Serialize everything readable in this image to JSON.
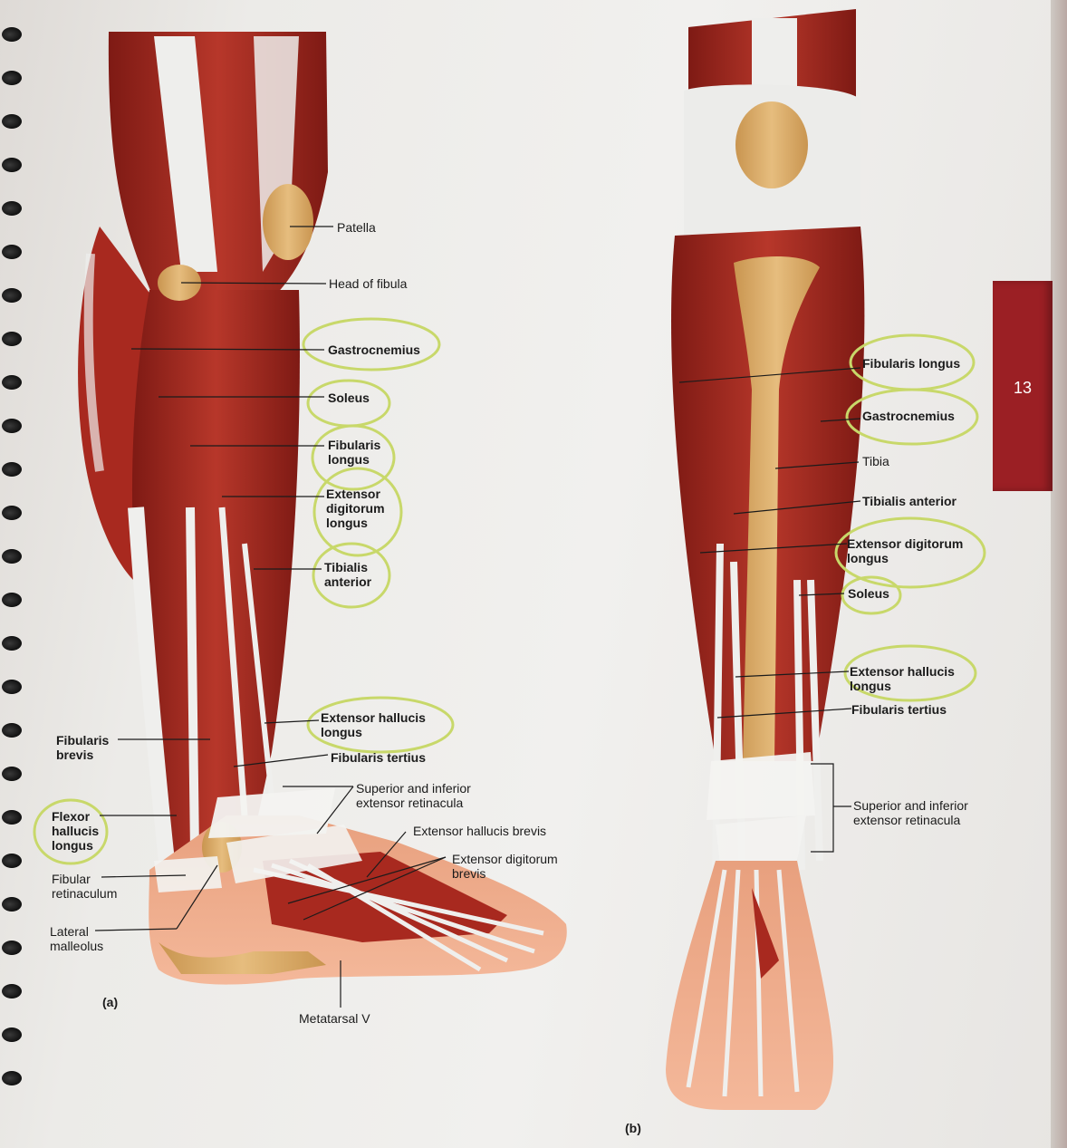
{
  "chapter_tab": "13",
  "figure_a": {
    "panel_label": "(a)",
    "labels": {
      "patella": "Patella",
      "head_of_fibula": "Head of fibula",
      "gastrocnemius": "Gastrocnemius",
      "soleus": "Soleus",
      "fibularis_longus": "Fibularis\nlongus",
      "extensor_digitorum_longus": "Extensor\ndigitorum\nlongus",
      "tibialis_anterior": "Tibialis\nanterior",
      "extensor_hallucis_longus": "Extensor hallucis\nlongus",
      "fibularis_tertius": "Fibularis tertius",
      "fibularis_brevis": "Fibularis\nbrevis",
      "superior_inferior_retinacula": "Superior and inferior\nextensor retinacula",
      "extensor_hallucis_brevis": "Extensor hallucis brevis",
      "extensor_digitorum_brevis": "Extensor digitorum\nbrevis",
      "flexor_hallucis_longus": "Flexor\nhallucis\nlongus",
      "fibular_retinaculum": "Fibular\nretinaculum",
      "lateral_malleolus": "Lateral\nmalleolus",
      "metatarsal_v": "Metatarsal V"
    }
  },
  "figure_b": {
    "panel_label": "(b)",
    "labels": {
      "fibularis_longus": "Fibularis longus",
      "gastrocnemius": "Gastrocnemius",
      "tibia": "Tibia",
      "tibialis_anterior": "Tibialis anterior",
      "extensor_digitorum_longus": "Extensor digitorum\nlongus",
      "soleus": "Soleus",
      "extensor_hallucis_longus": "Extensor hallucis\nlongus",
      "fibularis_tertius": "Fibularis tertius",
      "superior_inferior_retinacula": "Superior and inferior\nextensor retinacula"
    }
  },
  "colors": {
    "muscle": "#a8291f",
    "muscle_dark": "#7e1a14",
    "tendon": "#eeeeec",
    "bone": "#dcae6a",
    "skin": "#f0a98a",
    "highlighter": "#c8d86a",
    "tab": "#9b1f24"
  }
}
